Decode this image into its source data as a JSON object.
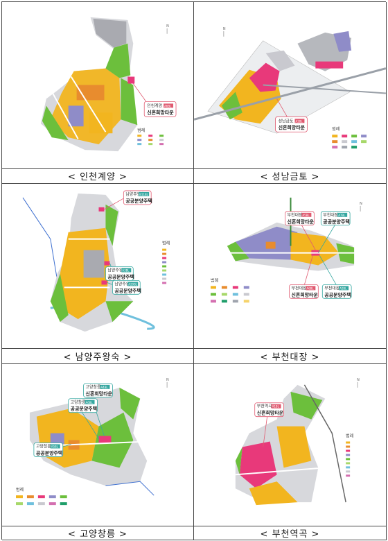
{
  "panels": [
    {
      "caption": "< 인천계양 >",
      "callouts": [
        {
          "district": "인천계양",
          "badge": "A6BL",
          "label": "신혼희망타운"
        }
      ]
    },
    {
      "caption": "< 성남금토 >",
      "callouts": [
        {
          "district": "성남금토",
          "badge": "A1BL",
          "label": "신혼희망타운"
        }
      ]
    },
    {
      "caption": "< 남양주왕숙 >",
      "callouts": [
        {
          "district": "남양주왕숙",
          "badge": "B11BL",
          "label": "공공분양주택"
        },
        {
          "district": "남양주왕숙",
          "badge": "A3BL",
          "label": "공공분양주택"
        },
        {
          "district": "남양주왕숙",
          "badge": "A20BL",
          "label": "공공분양주택"
        }
      ]
    },
    {
      "caption": "< 부천대장 >",
      "callouts": [
        {
          "district": "부천대장",
          "badge": "A5BL",
          "label": "신혼희망타운"
        },
        {
          "district": "부천대장",
          "badge": "A7BL",
          "label": "공공분양주택"
        },
        {
          "district": "부천대장",
          "badge": "A6BL",
          "label": "신혼희망타운"
        },
        {
          "district": "부천대장",
          "badge": "A2BL",
          "label": "공공분양주택"
        }
      ]
    },
    {
      "caption": "< 고양창릉 >",
      "callouts": [
        {
          "district": "고양창릉",
          "badge": "A4BL",
          "label": "신혼희망타운"
        },
        {
          "district": "고양창릉",
          "badge": "A6BL",
          "label": "공공분양주택"
        },
        {
          "district": "고양창릉",
          "badge": "A5BL",
          "label": "공공분양주택"
        }
      ]
    },
    {
      "caption": "< 부천역곡 >",
      "callouts": [
        {
          "district": "부천역곡",
          "badge": "A1BL",
          "label": "신혼희망타운"
        }
      ]
    }
  ],
  "legend_title": "범례",
  "colors": {
    "residential": "#f2b51f",
    "park": "#6cbf3c",
    "commercial": "#e8397a",
    "road": "#c9c9cf",
    "public": "#8f8cc8",
    "water": "#6fc0dd",
    "callout_newlywed": "#e05a70",
    "callout_public": "#34a7a0"
  }
}
